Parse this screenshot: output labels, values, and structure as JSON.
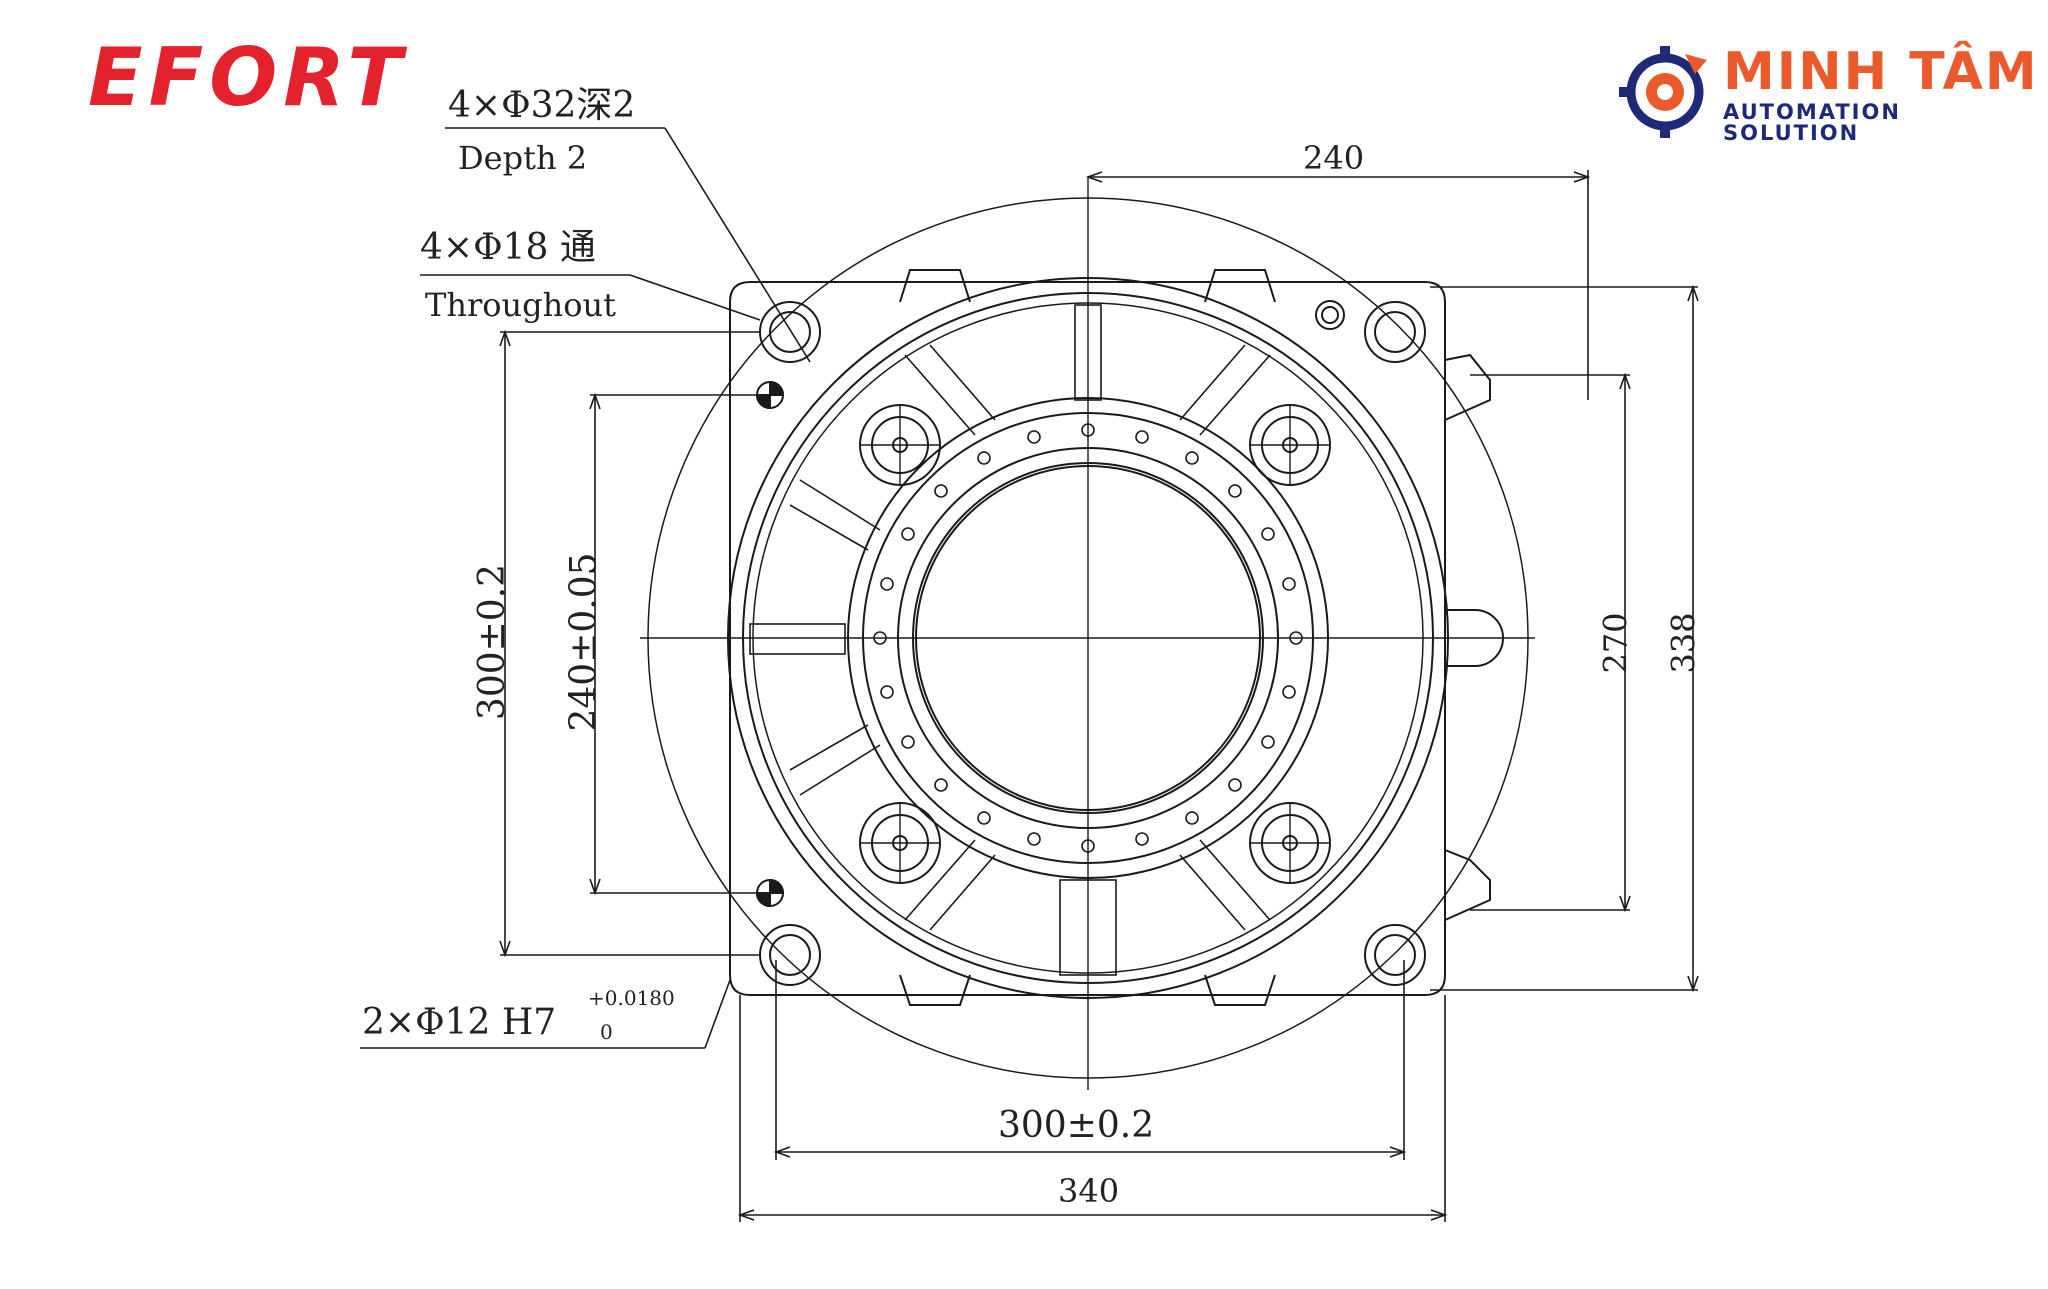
{
  "logos": {
    "left": "EFORT",
    "right_name": "MINH TÂM",
    "right_sub": "AUTOMATION SOLUTION"
  },
  "colors": {
    "efort_red": "#e3222d",
    "minhtam_orange": "#ea5a2a",
    "minhtam_navy": "#1e2a78",
    "line": "#1a1a1a"
  },
  "annotations": {
    "depth_hole_cn": "4×Φ32深2",
    "depth_hole_en": "Depth 2",
    "through_hole_cn": "4×Φ18 通",
    "through_hole_en": "Throughout",
    "pin_hole_main": "2×Φ12 H7",
    "pin_hole_upper_tol": "+0.0180",
    "pin_hole_lower_tol": "0"
  },
  "dimensions": {
    "top_width": "240",
    "right_inner": "270",
    "right_outer": "338",
    "left_outer": "300±0.2",
    "left_inner": "240±0.05",
    "bottom_inner": "300±0.2",
    "bottom_outer": "340"
  }
}
